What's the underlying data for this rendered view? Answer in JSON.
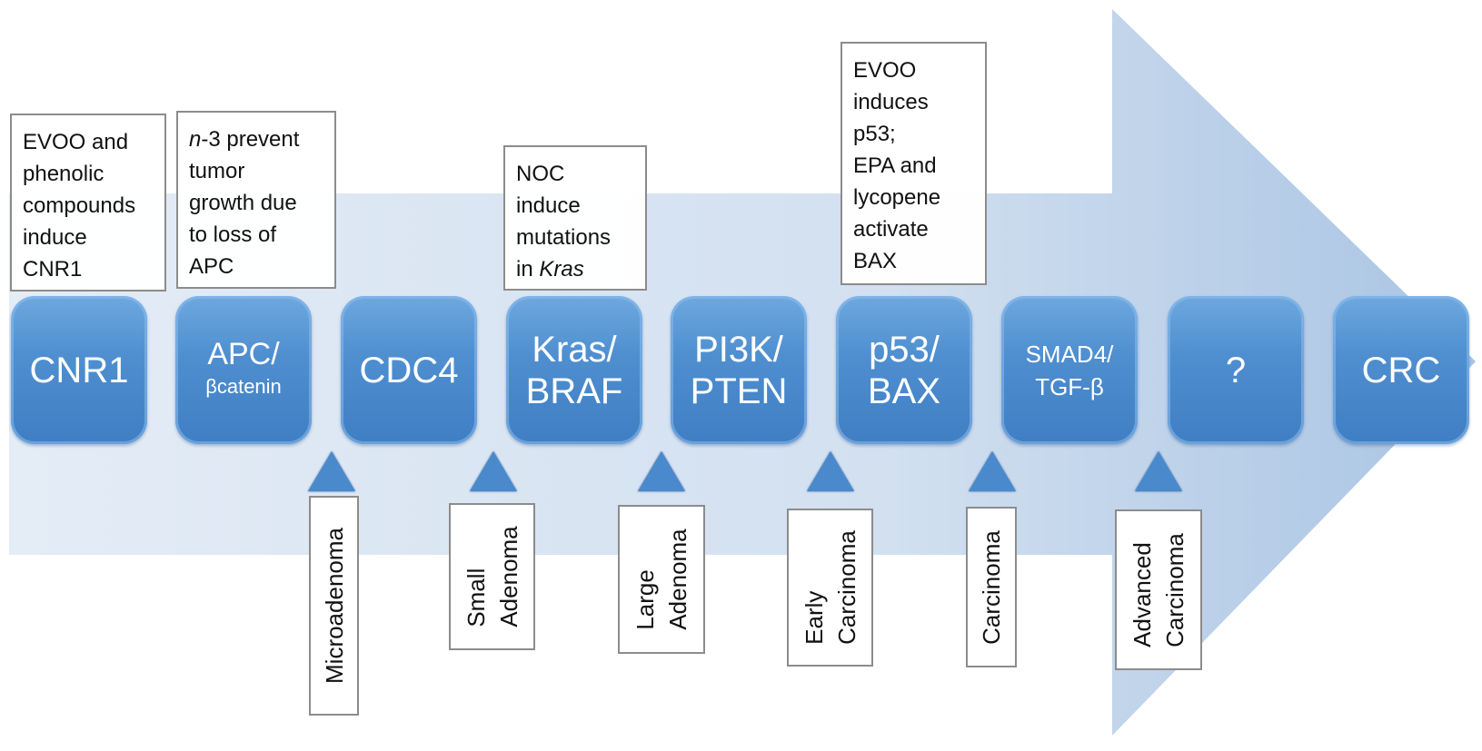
{
  "genes": [
    {
      "lines": [
        "CNR1"
      ]
    },
    {
      "lines": [
        "APC/"
      ],
      "sub": "βcatenin"
    },
    {
      "lines": [
        "CDC4"
      ]
    },
    {
      "lines": [
        "Kras/",
        "BRAF"
      ]
    },
    {
      "lines": [
        "PI3K/",
        "PTEN"
      ]
    },
    {
      "lines": [
        "p53/",
        "BAX"
      ]
    },
    {
      "lines": [
        "SMAD4/",
        "TGF-β"
      ]
    },
    {
      "lines": [
        "?"
      ]
    },
    {
      "lines": [
        "CRC"
      ]
    }
  ],
  "notes": {
    "cnr1": [
      "EVOO and",
      "phenolic",
      "compounds",
      "induce",
      "CNR1"
    ],
    "apc": {
      "italic_prefix": "n",
      "first_rest": "-3 prevent",
      "lines": [
        "tumor",
        "growth due",
        "to loss of",
        "APC"
      ]
    },
    "kras": {
      "lines": [
        "NOC",
        "induce",
        "mutations"
      ],
      "last_prefix": "in ",
      "last_italic": "Kras"
    },
    "p53": [
      "EVOO",
      "induces",
      "p53;",
      "EPA and",
      "lycopene",
      "activate",
      "BAX"
    ]
  },
  "stages": [
    [
      "Microadenoma"
    ],
    [
      "Small",
      "Adenoma"
    ],
    [
      "Large",
      "Adenoma"
    ],
    [
      "Early",
      "Carcinoma"
    ],
    [
      "Carcinoma"
    ],
    [
      "Advanced",
      "Carcinoma"
    ]
  ],
  "colors": {
    "arrow_light": "#e3ebf6",
    "arrow_dark": "#9fbde0",
    "gene_box": "#4f8fd0",
    "marker": "#4a89cc"
  }
}
